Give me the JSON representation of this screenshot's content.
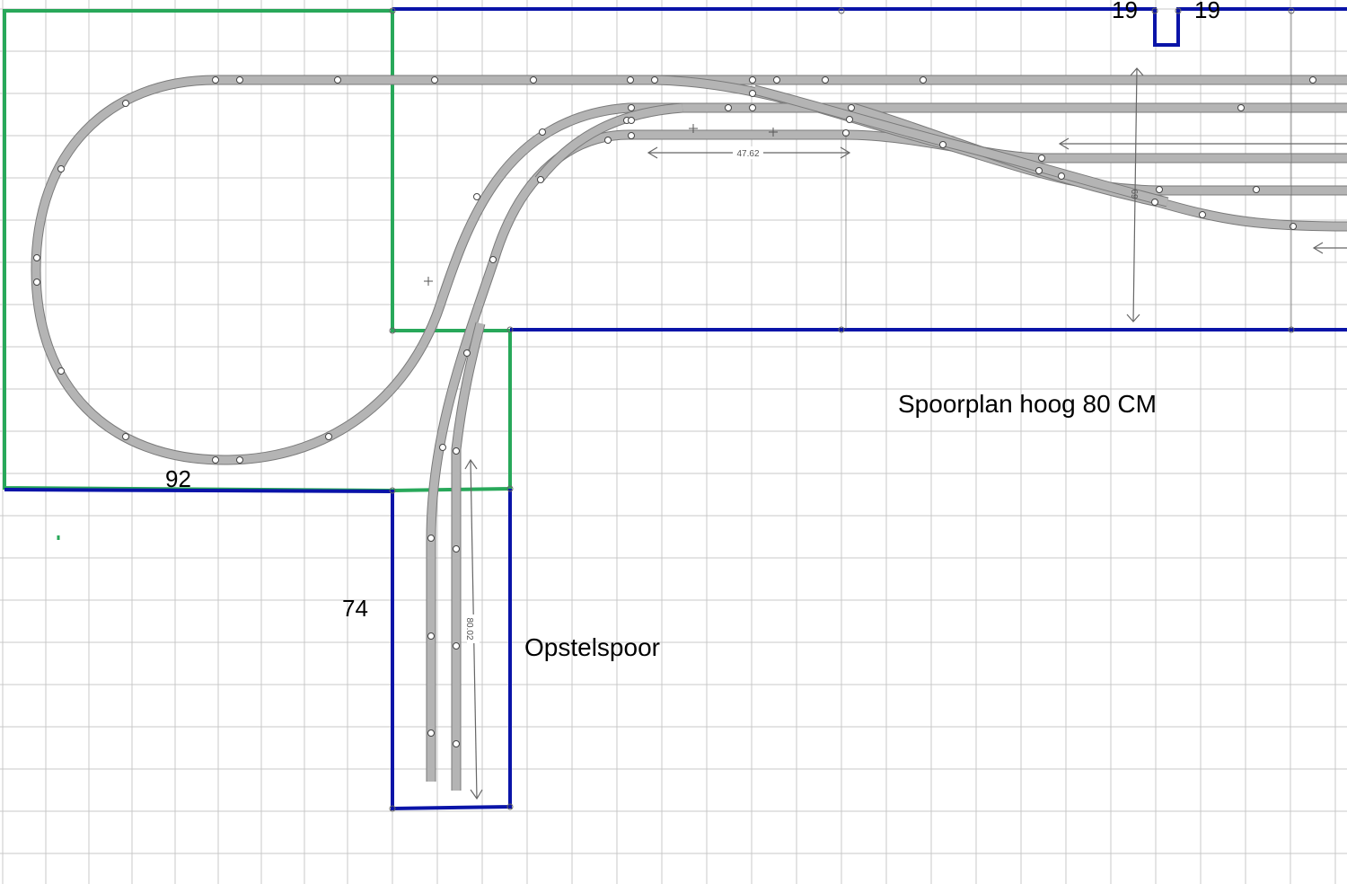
{
  "labels": {
    "title": "Spoorplan hoog 80 CM",
    "storage": "Opstelspoor",
    "dim_92": "92",
    "dim_74": "74",
    "dim_19_left": "19",
    "dim_19_right": "19"
  },
  "measurements": {
    "m1": "47.62",
    "m2": "80.02",
    "m3": "69"
  },
  "colors": {
    "grid": "#c8c8c8",
    "outline_blue": "#0a14a8",
    "outline_green": "#28a85a",
    "track_fill": "#b4b4b4",
    "track_edge": "#7a7a7a",
    "dim_line": "#666666"
  }
}
